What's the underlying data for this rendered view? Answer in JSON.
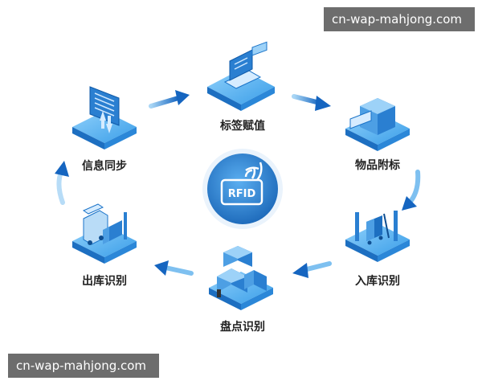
{
  "watermark_top": "cn-wap-mahjong.com",
  "watermark_bottom": "cn-wap-mahjong.com",
  "center": {
    "text": "RFID",
    "icon": "rfid-signal-icon"
  },
  "nodes": [
    {
      "id": "tag",
      "label": "标签赋值",
      "icon": "laptop-icon"
    },
    {
      "id": "item",
      "label": "物品附标",
      "icon": "box-tag-icon"
    },
    {
      "id": "in",
      "label": "入库识别",
      "icon": "gate-trolley-icon"
    },
    {
      "id": "count",
      "label": "盘点识别",
      "icon": "box-stack-icon"
    },
    {
      "id": "out",
      "label": "出库识别",
      "icon": "forklift-icon"
    },
    {
      "id": "sync",
      "label": "信息同步",
      "icon": "sync-document-icon"
    }
  ],
  "colors": {
    "accent": "#1a73c8",
    "light": "#7ec0f0",
    "pad": "#3a9ee8",
    "pad_dark": "#1d6fc1",
    "center": "#2a7fd1"
  }
}
